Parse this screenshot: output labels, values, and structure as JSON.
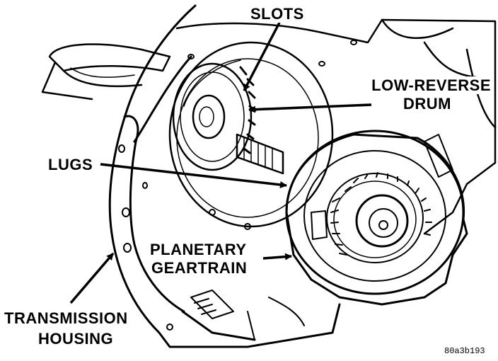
{
  "labels": {
    "slots": "SLOTS",
    "low_reverse_line1": "LOW-REVERSE",
    "low_reverse_line2": "DRUM",
    "lugs": "LUGS",
    "planetary_line1": "PLANETARY",
    "planetary_line2": "GEARTRAIN",
    "housing_line1": "TRANSMISSION",
    "housing_line2": "HOUSING"
  },
  "figure_code": "80a3b193",
  "colors": {
    "ink": "#000000",
    "paper": "#ffffff"
  }
}
